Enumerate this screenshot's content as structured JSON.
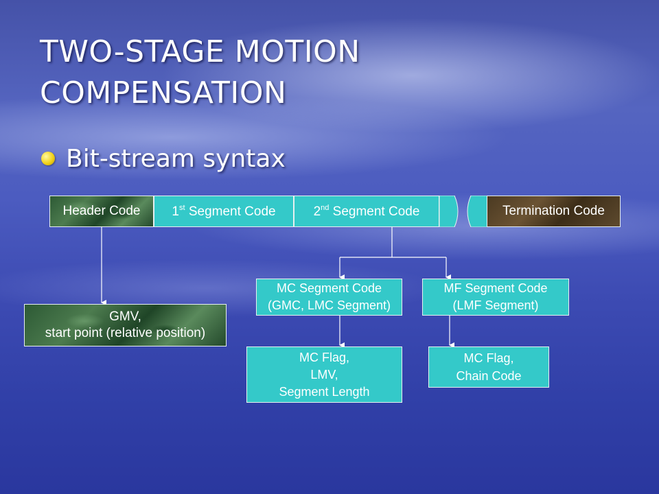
{
  "slide": {
    "title_line1": "TWO-STAGE MOTION",
    "title_line2": "COMPENSATION",
    "bullet": "Bit-stream syntax"
  },
  "stream": {
    "header": "Header Code",
    "seg1_pre": "1",
    "seg1_sup": "st",
    "seg1_post": " Segment Code",
    "seg2_pre": "2",
    "seg2_sup": "nd",
    "seg2_post": "  Segment Code",
    "termination": "Termination Code"
  },
  "gmv": {
    "line1": "GMV,",
    "line2": "start point (relative position)"
  },
  "mc_segment": {
    "line1": "MC Segment Code",
    "line2": "(GMC, LMC Segment)"
  },
  "mf_segment": {
    "line1": "MF Segment Code",
    "line2": "(LMF Segment)"
  },
  "mc_flag_lmv": {
    "line1": "MC Flag,",
    "line2": "LMV,",
    "line3": "Segment Length"
  },
  "mc_flag_chain": {
    "line1": "MC Flag,",
    "line2": "Chain Code"
  },
  "colors": {
    "teal": "#34c9c9",
    "marble_green": "#2d5a35",
    "brown": "#4b3a22",
    "background": "#3d4bb3"
  }
}
